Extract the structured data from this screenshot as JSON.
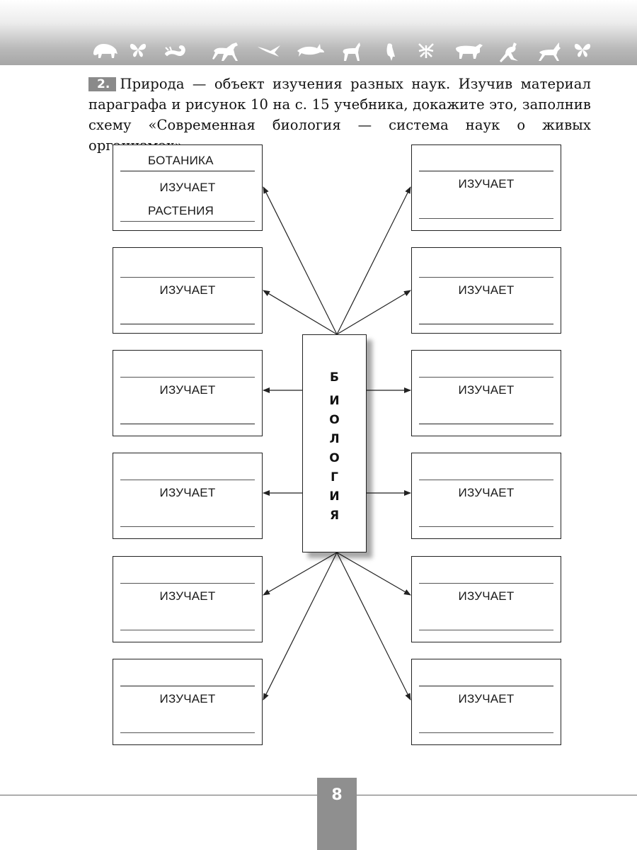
{
  "task": {
    "number": "2.",
    "text": "Природа — объект изучения разных наук. Изучив материал параграфа и рисунок 10 на с. 15 учебника, докажите это, заполнив схему «Современная биология — система наук о живых организмах»."
  },
  "header": {
    "animals": [
      "bison-icon",
      "butterfly-icon",
      "scorpion-icon",
      "horse-icon",
      "swallow-icon",
      "dolphin-icon",
      "deer-icon",
      "bird-icon",
      "insect-icon",
      "bull-icon",
      "kangaroo-icon",
      "antelope-icon",
      "butterfly-icon"
    ]
  },
  "center": {
    "letters": [
      "Б",
      "И",
      "О",
      "Л",
      "О",
      "Г",
      "И",
      "Я"
    ]
  },
  "boxes": {
    "first": {
      "science": "БОТАНИКА",
      "studies": "ИЗУЧАЕТ",
      "object": "РАСТЕНИЯ"
    },
    "studies_label": "ИЗУЧАЕТ"
  },
  "page": {
    "number": "8"
  }
}
